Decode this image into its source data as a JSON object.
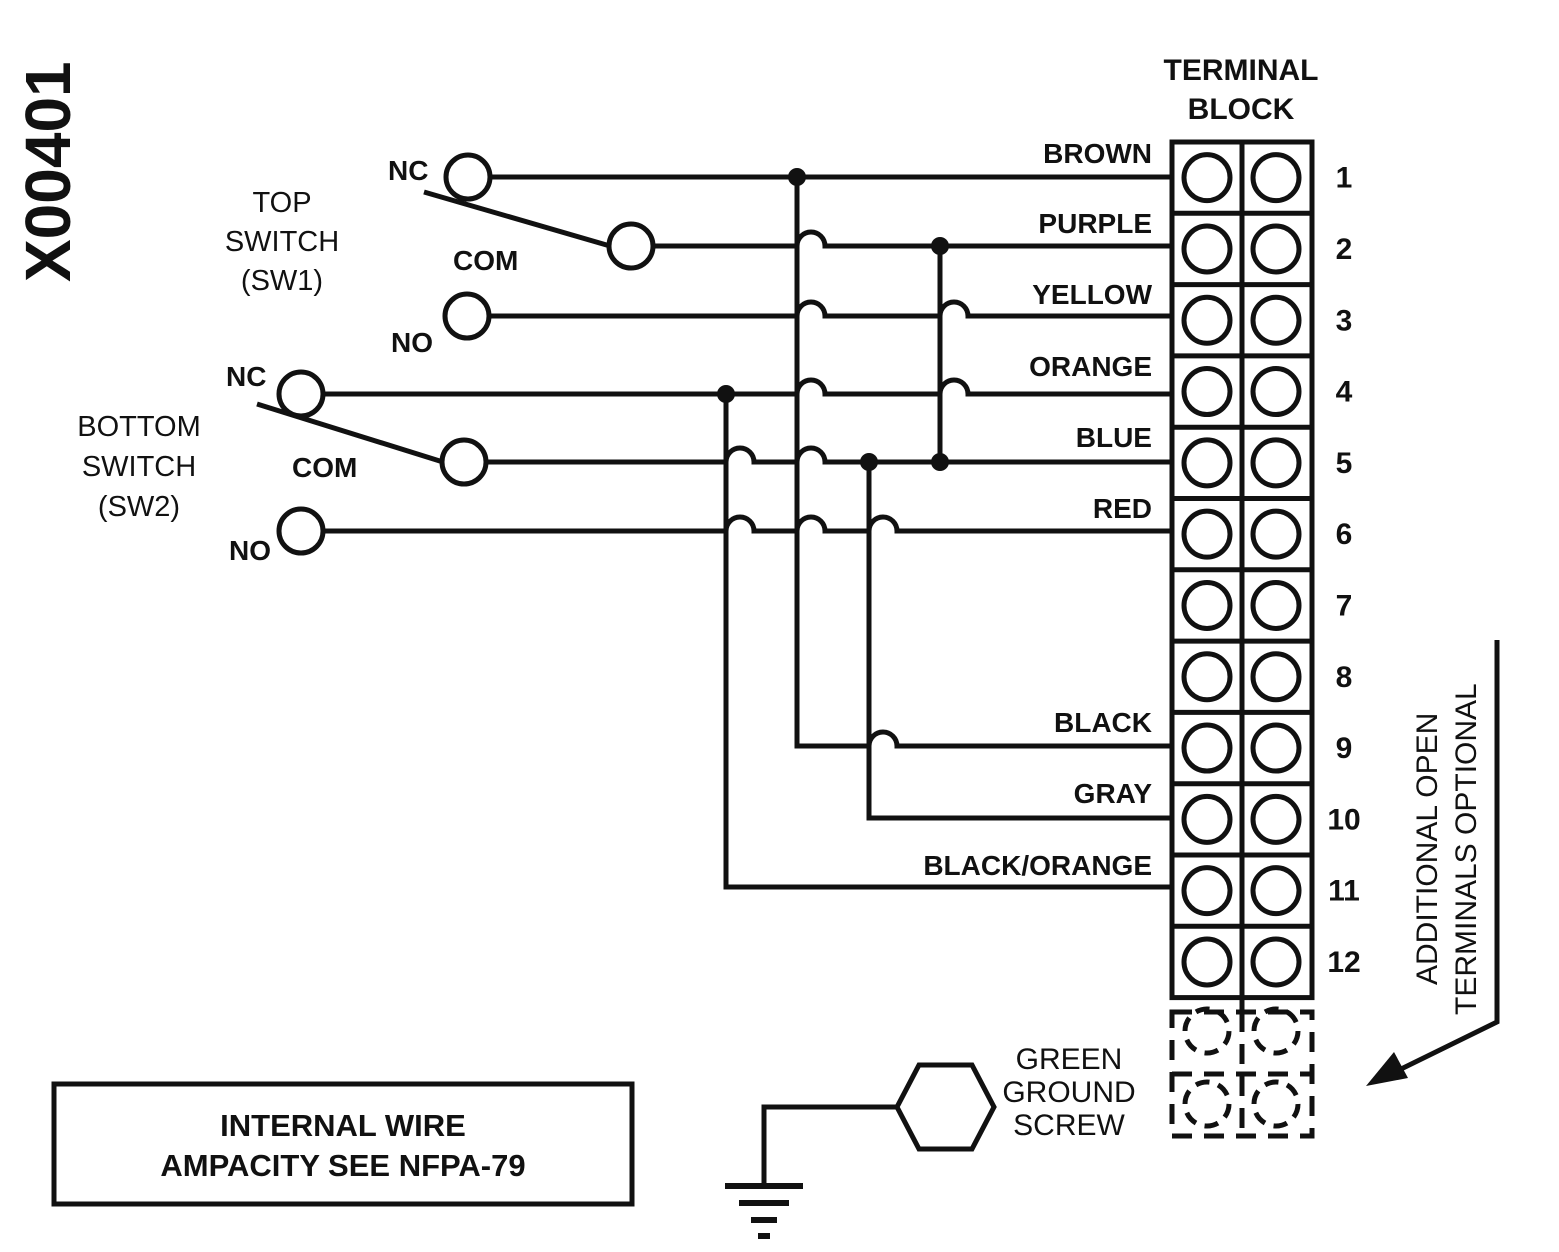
{
  "drawing_id": "X00401",
  "terminal_block": {
    "title_line1": "TERMINAL",
    "title_line2": "BLOCK"
  },
  "top_switch": {
    "name_line1": "TOP",
    "name_line2": "SWITCH",
    "name_line3": "(SW1)",
    "nc": "NC",
    "com": "COM",
    "no": "NO"
  },
  "bottom_switch": {
    "name_line1": "BOTTOM",
    "name_line2": "SWITCH",
    "name_line3": "(SW2)",
    "nc": "NC",
    "com": "COM",
    "no": "NO"
  },
  "wires": [
    {
      "terminal": "1",
      "color": "BROWN"
    },
    {
      "terminal": "2",
      "color": "PURPLE"
    },
    {
      "terminal": "3",
      "color": "YELLOW"
    },
    {
      "terminal": "4",
      "color": "ORANGE"
    },
    {
      "terminal": "5",
      "color": "BLUE"
    },
    {
      "terminal": "6",
      "color": "RED"
    },
    {
      "terminal": "9",
      "color": "BLACK"
    },
    {
      "terminal": "10",
      "color": "GRAY"
    },
    {
      "terminal": "11",
      "color": "BLACK/ORANGE"
    }
  ],
  "terminal_numbers": [
    "1",
    "2",
    "3",
    "4",
    "5",
    "6",
    "7",
    "8",
    "9",
    "10",
    "11",
    "12"
  ],
  "optional_note": {
    "line1": "ADDITIONAL OPEN",
    "line2": "TERMINALS OPTIONAL"
  },
  "ground": {
    "line1": "GREEN",
    "line2": "GROUND",
    "line3": "SCREW"
  },
  "ampacity_note": {
    "line1": "INTERNAL WIRE",
    "line2": "AMPACITY SEE NFPA-79"
  }
}
